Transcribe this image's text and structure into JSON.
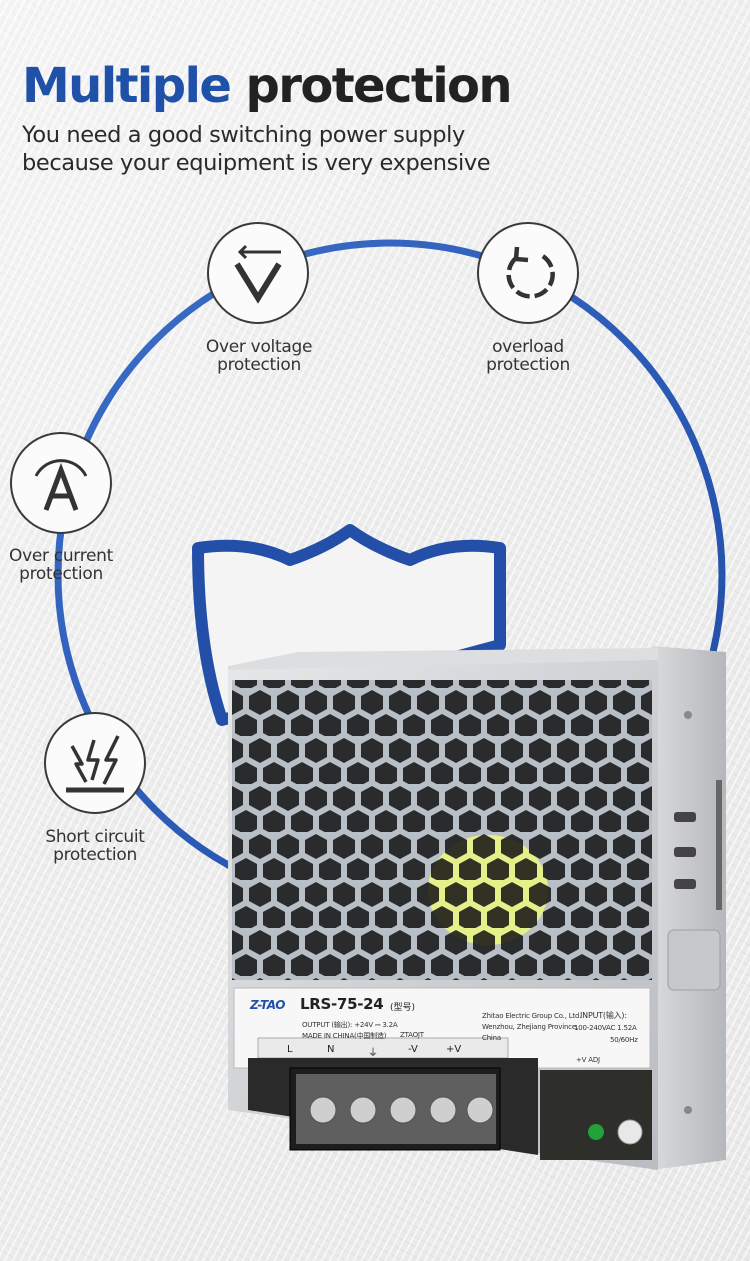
{
  "headline": {
    "highlight": "Multiple",
    "rest": "protection"
  },
  "subtitle": {
    "line1": "You need a good switching power supply",
    "line2": "because your equipment is very expensive"
  },
  "colors": {
    "accent": "#1f51a8",
    "ring": "#2a5bb8",
    "text": "#222222"
  },
  "features": [
    {
      "icon": "over-voltage-icon",
      "line1": "Over voltage",
      "line2": "protection"
    },
    {
      "icon": "overload-icon",
      "line1": "overload",
      "line2": "protection"
    },
    {
      "icon": "over-current-icon",
      "line1": "Over current",
      "line2": "protection"
    },
    {
      "icon": "short-circuit-icon",
      "line1": "Short circuit",
      "line2": "protection"
    }
  ],
  "product_label": {
    "brand": "Z-TAO",
    "model": "LRS-75-24",
    "model_cn": "(型号)",
    "output": "OUTPUT (输出): +24V ⎓ 3.2A",
    "made_in": "MADE IN CHINA(中国制造)",
    "code": "ZTAOJT",
    "company1": "Zhitao Electric Group Co., Ltd.",
    "company2": "Wenzhou, Zhejiang Province,",
    "company3": "China",
    "input_title": "INPUT(输入):",
    "input_value": "100-240VAC 1.52A",
    "input_freq": "50/60Hz",
    "adj": "+V ADJ",
    "terminals": [
      "L",
      "N",
      "⏚",
      "-V",
      "+V"
    ]
  }
}
